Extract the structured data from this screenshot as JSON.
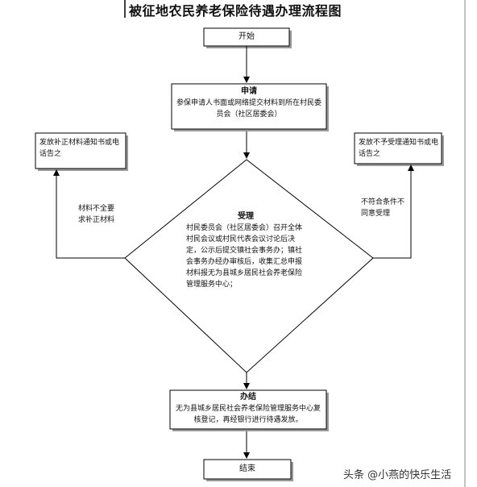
{
  "title": "被征地农民养老保险待遇办理流程图",
  "nodes": {
    "start": {
      "label": "开始"
    },
    "apply": {
      "heading": "申请",
      "text": "参保申请人书面或网络提交材料到所在村民委员会（社区居委会）"
    },
    "accept": {
      "heading": "受理",
      "text": "村民委员会（社区居委会）召开全体村民会议或村民代表会议讨论后决定，公示后提交镇社会事务办；镇社会事务办经办审核后，收集汇总申报材料报无为县城乡居民社会养老保险管理服务中心；"
    },
    "notify_supplement": {
      "text": "发放补正材料通知书或电话告之"
    },
    "notify_reject": {
      "text": "发放不予受理通知书或电话告之"
    },
    "finish": {
      "heading": "办结",
      "text": "无为县城乡居民社会养老保险管理服务中心复核登记，再经银行进行待遇发放。"
    },
    "end": {
      "label": "结束"
    }
  },
  "edges": {
    "incomplete": "材料不全要求补正材料",
    "unqualified": "不符合条件不同意受理"
  },
  "watermark": "头条 @小燕的快乐生活",
  "colors": {
    "line": "#000000",
    "shadow": "#9a9a9a",
    "background": "#ffffff"
  }
}
